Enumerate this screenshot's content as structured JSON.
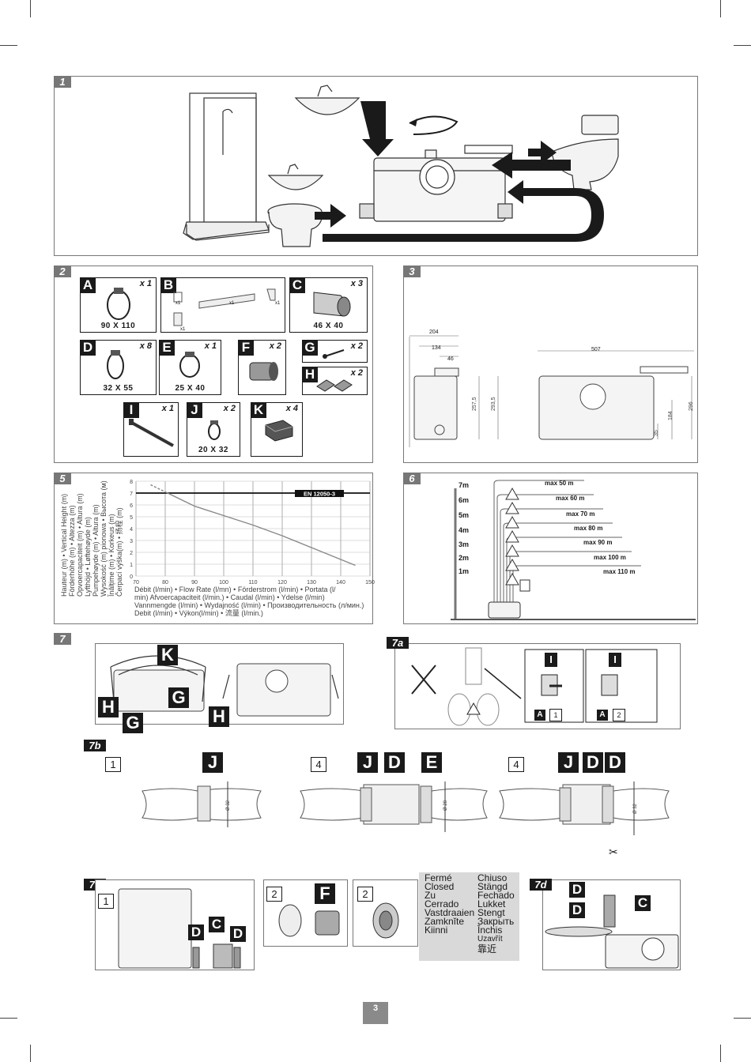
{
  "panels": {
    "p1": "1",
    "p2": "2",
    "p3": "3",
    "p5": "5",
    "p6": "6",
    "p7": "7",
    "p7a": "7a",
    "p7b": "7b",
    "p7c": "7c",
    "p7d": "7d"
  },
  "parts": [
    {
      "id": "A",
      "qty": "x 1",
      "dim": "90 X 110"
    },
    {
      "id": "B",
      "qty": "",
      "dim": "",
      "sub_qty": [
        "x1",
        "x1",
        "x1",
        "x1"
      ]
    },
    {
      "id": "C",
      "qty": "x 3",
      "dim": "46 X 40"
    },
    {
      "id": "D",
      "qty": "x 8",
      "dim": "32 X 55"
    },
    {
      "id": "E",
      "qty": "x 1",
      "dim": "25 X 40"
    },
    {
      "id": "F",
      "qty": "x 2",
      "dim": ""
    },
    {
      "id": "G",
      "qty": "x 2",
      "dim": ""
    },
    {
      "id": "H",
      "qty": "x 2",
      "dim": ""
    },
    {
      "id": "I",
      "qty": "x 1",
      "dim": ""
    },
    {
      "id": "J",
      "qty": "x 2",
      "dim": "20 X 32"
    },
    {
      "id": "K",
      "qty": "x 4",
      "dim": ""
    }
  ],
  "dimensions": {
    "side_width": "204",
    "side_inner": "134",
    "side_small": "46",
    "side_h1": "257,5",
    "side_h2": "293,5",
    "front_width": "507",
    "front_h1": "35",
    "front_h2": "184",
    "front_h3": "296"
  },
  "chart_data": {
    "type": "line",
    "standard": "EN 12050-3",
    "ylabel_lines": [
      "Hauteur (m) • Vertical Height (m)",
      "Förderhöhe (m) • Altezza (m)",
      "Opvoercapaciteit (m) • Altura (m)",
      "Lyfthöjd • Løftehøyde (m)",
      "Pumpehøyde (m) • Altura (m)",
      "Wysokość (m) pionowa • Высота (м)",
      "Înălțime (m) • Korkeus (m)",
      "Čerpací výška(m) • 扬程 (m)"
    ],
    "xlabel_lines": [
      "Débit (l/min) • Flow Rate (l/mn) • Förderstrom (l/min) • Portata (l/",
      "min) Afvoercapaciteit (l/min.) • Caudal (l/min) • Ydelse (l/min)",
      "Vannmengde (l/min) • Wydajność (l/min) • Производительность (л/мин.)",
      "Debit (l/min) • Výkon(l/min) • 流量 (l/min.)"
    ],
    "x_ticks": [
      70,
      80,
      90,
      100,
      110,
      120,
      130,
      140,
      150
    ],
    "y_ticks": [
      0,
      1,
      2,
      3,
      4,
      5,
      6,
      7,
      8
    ],
    "xlim": [
      70,
      150
    ],
    "ylim": [
      0,
      8
    ],
    "grid": true,
    "series": [
      {
        "style": "dashed",
        "x": [
          75,
          80
        ],
        "y": [
          7.7,
          7.1
        ]
      },
      {
        "style": "solid",
        "x": [
          80,
          90,
          100,
          110,
          120,
          130,
          140,
          145
        ],
        "y": [
          7.1,
          5.9,
          5.1,
          4.3,
          3.4,
          2.4,
          1.4,
          0.9
        ]
      }
    ],
    "reference_lines": [
      {
        "y": 7
      }
    ]
  },
  "install_limits": {
    "heights": [
      "7m",
      "6m",
      "5m",
      "4m",
      "3m",
      "2m",
      "1m"
    ],
    "lengths": [
      "max 50 m",
      "max 60 m",
      "max 70 m",
      "max 80 m",
      "max 90 m",
      "max 100 m",
      "max 110 m"
    ]
  },
  "steps": {
    "s1": "1",
    "s2": "2",
    "s4": "4"
  },
  "pipe_dims": {
    "d1": "Ø 32",
    "d2": "Ø 28",
    "d3": "Ø 32"
  },
  "closed_words_left": [
    "Fermé",
    "Closed",
    "Zu",
    "Cerrado",
    "Vastdraaien",
    "Zamknĭte",
    "Kiinni"
  ],
  "closed_words_right": [
    "Chiuso",
    "Stängd",
    "Fechado",
    "Lukket",
    "Stengt",
    "Закрыть",
    "Închis",
    "Uzavřít",
    "靠近"
  ],
  "page_number": "3"
}
